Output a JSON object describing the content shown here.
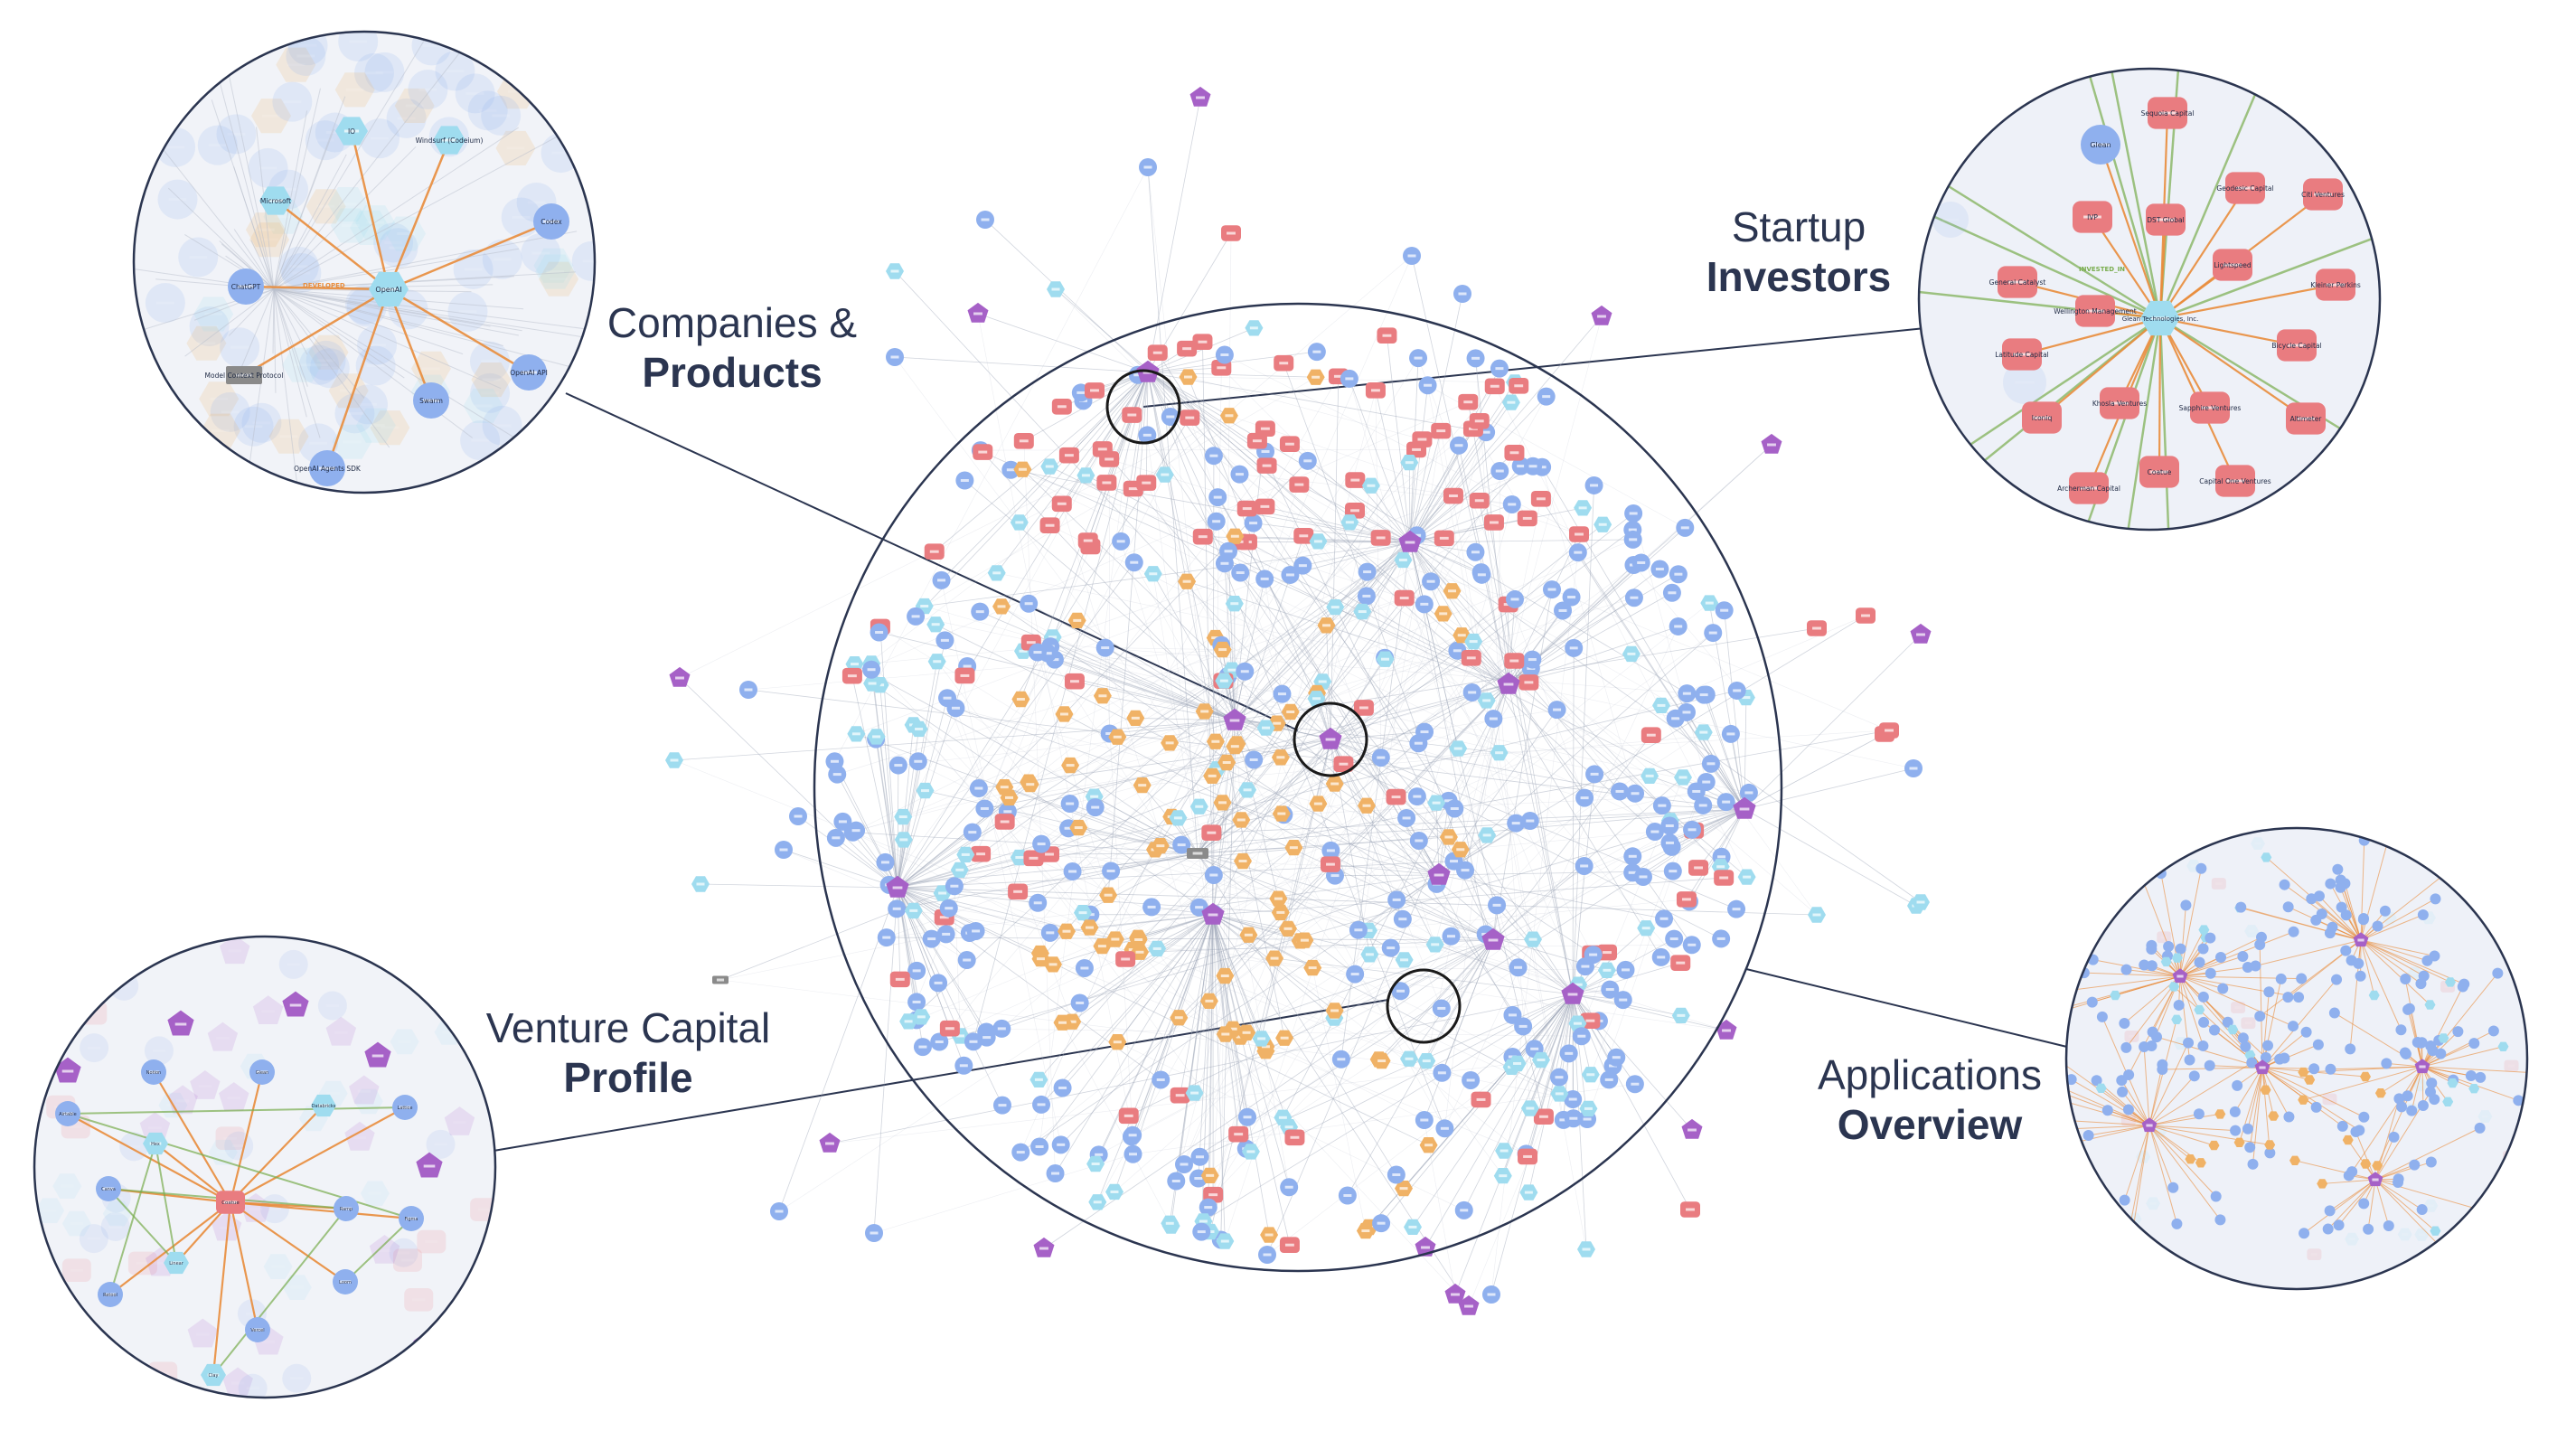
{
  "callouts": {
    "companies": {
      "line1": "Companies &",
      "line2": "Products"
    },
    "investors": {
      "line1": "Startup",
      "line2": "Investors"
    },
    "vc": {
      "line1": "Venture Capital",
      "line2": "Profile"
    },
    "applications": {
      "line1": "Applications",
      "line2": "Overview"
    }
  },
  "colors": {
    "company": "#8fb0ee",
    "product": "#9fdcef",
    "investor": "#e97c80",
    "application": "#f0b266",
    "purple": "#a661c7",
    "gray": "#8a8a8a",
    "edge_orange": "#e98d3c",
    "edge_green": "#79ad4e",
    "ring": "#2b3550"
  },
  "zoom_companies": {
    "center": "OpenAI",
    "nodes": [
      "IO",
      "Windsurf (Codeium)",
      "Microsoft",
      "Codex",
      "ChatGPT",
      "OpenAI API",
      "Swarm",
      "Model Context Protocol",
      "OpenAI Agents SDK"
    ],
    "edge_label": "DEVELOPED"
  },
  "zoom_investors": {
    "center": "Glean Technologies, Inc.",
    "product": "Glean",
    "investors": [
      "Sequoia Capital",
      "IVP",
      "DST Global",
      "Geodesic Capital",
      "Citi Ventures",
      "General Catalyst",
      "Wellington Management",
      "Lightspeed",
      "Kleiner Perkins",
      "Latitude Capital",
      "Bicycle Capital",
      "Iconiq",
      "Khosla Ventures",
      "Sapphire Ventures",
      "Altimeter",
      "Coatue",
      "Archerman Capital",
      "Capital One Ventures"
    ],
    "edge_label": "INVESTED_IN"
  },
  "zoom_vc": {
    "center": "Coatue",
    "nodes": [
      "Airtable",
      "Notion",
      "Glean",
      "Databricks",
      "Lattice",
      "Hex",
      "Canva",
      "Ramp",
      "Figma",
      "Linear",
      "Retool",
      "Loom",
      "Vercel",
      "Clay"
    ]
  }
}
